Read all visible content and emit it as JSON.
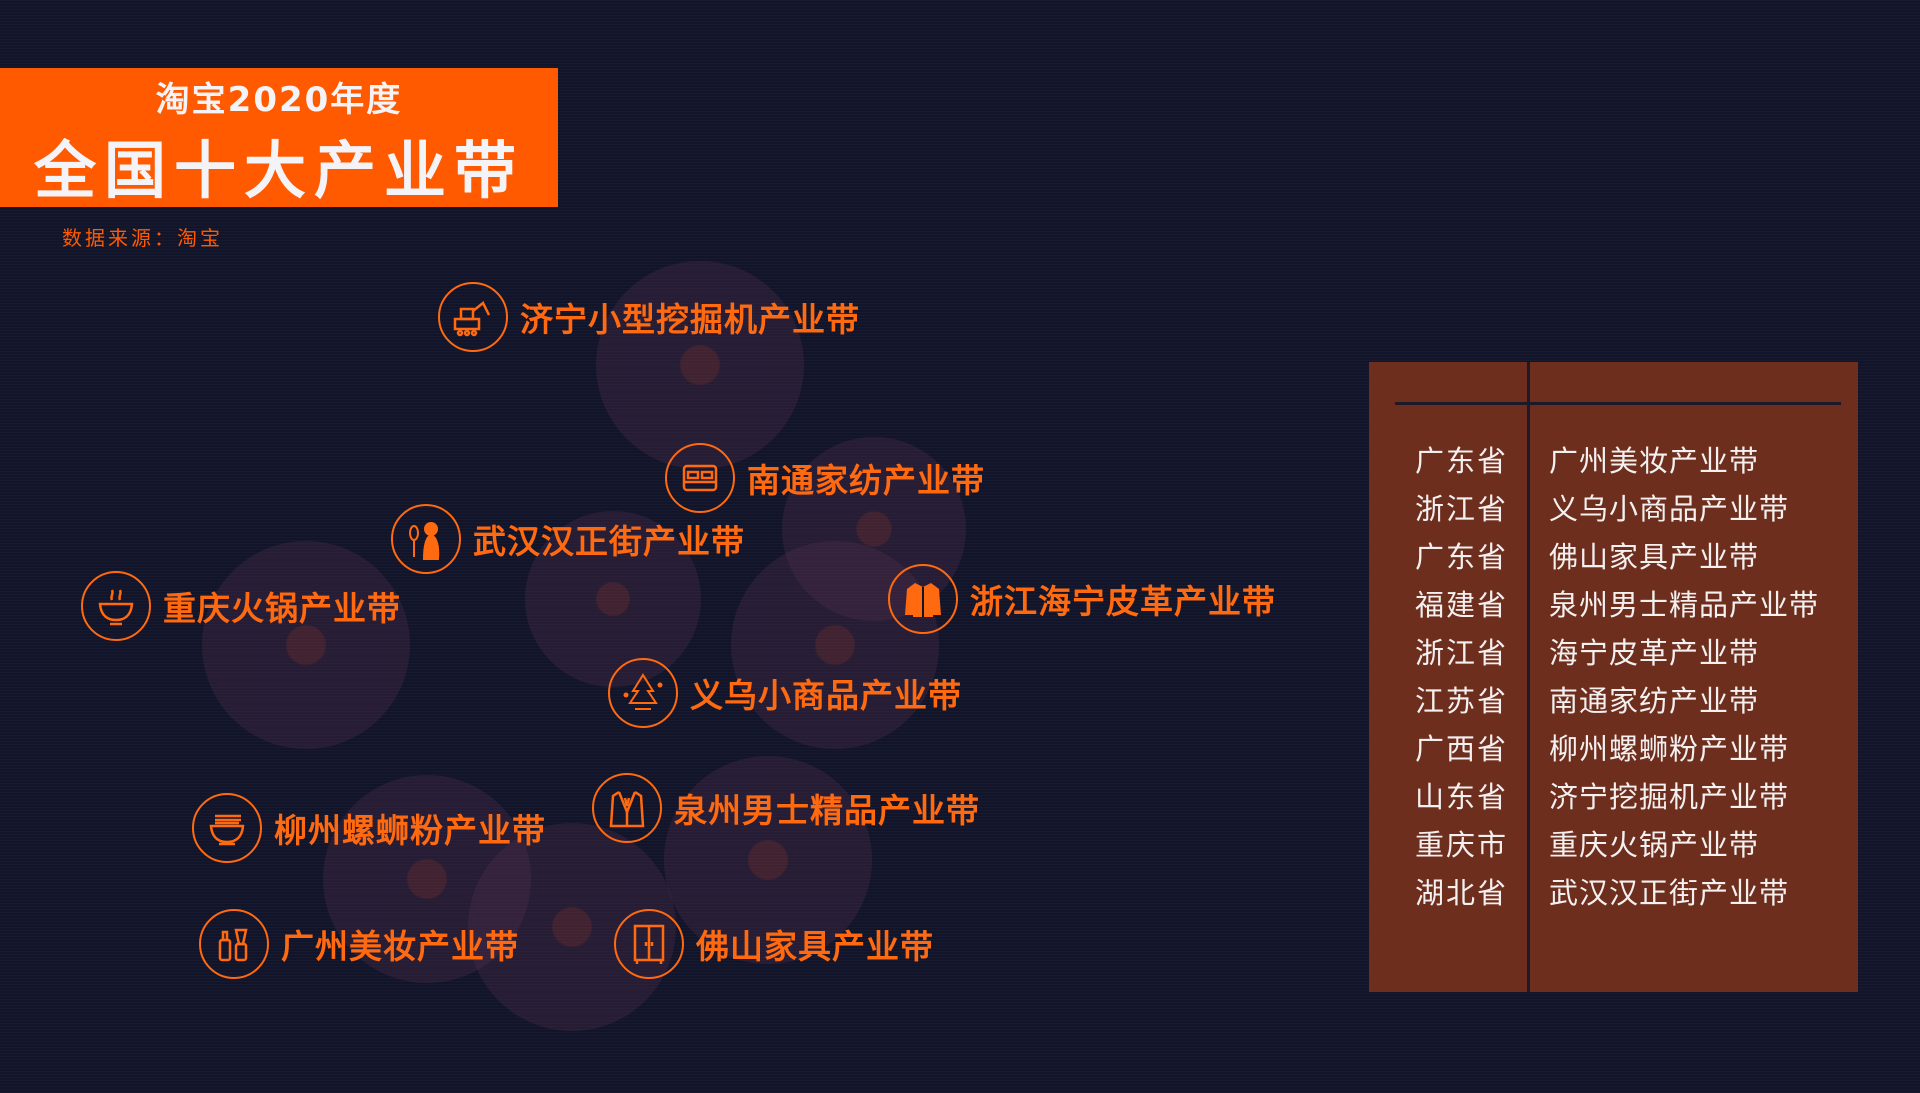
{
  "header": {
    "subtitle": "淘宝2020年度",
    "title": "全国十大产业带",
    "source": "数据来源：淘宝"
  },
  "colors": {
    "accent": "#ff5a00",
    "label": "#ff6a10",
    "table_bg": "#6e2e1e",
    "background": "#12142a"
  },
  "belts": [
    {
      "label": "济宁小型挖掘机产业带",
      "icon": "excavator-icon"
    },
    {
      "label": "南通家纺产业带",
      "icon": "bed-icon"
    },
    {
      "label": "武汉汉正街产业带",
      "icon": "woman-mirror-icon"
    },
    {
      "label": "重庆火锅产业带",
      "icon": "hotpot-icon"
    },
    {
      "label": "浙江海宁皮革产业带",
      "icon": "leather-jacket-icon"
    },
    {
      "label": "义乌小商品产业带",
      "icon": "christmas-tree-icon"
    },
    {
      "label": "柳州螺蛳粉产业带",
      "icon": "noodle-bowl-icon"
    },
    {
      "label": "泉州男士精品产业带",
      "icon": "suit-icon"
    },
    {
      "label": "广州美妆产业带",
      "icon": "cosmetics-icon"
    },
    {
      "label": "佛山家具产业带",
      "icon": "wardrobe-icon"
    }
  ],
  "table": {
    "rows": [
      {
        "province": "广东省",
        "belt": "广州美妆产业带"
      },
      {
        "province": "浙江省",
        "belt": "义乌小商品产业带"
      },
      {
        "province": "广东省",
        "belt": "佛山家具产业带"
      },
      {
        "province": "福建省",
        "belt": "泉州男士精品产业带"
      },
      {
        "province": "浙江省",
        "belt": "海宁皮革产业带"
      },
      {
        "province": "江苏省",
        "belt": "南通家纺产业带"
      },
      {
        "province": "广西省",
        "belt": "柳州螺蛳粉产业带"
      },
      {
        "province": "山东省",
        "belt": "济宁挖掘机产业带"
      },
      {
        "province": "重庆市",
        "belt": "重庆火锅产业带"
      },
      {
        "province": "湖北省",
        "belt": "武汉汉正街产业带"
      }
    ]
  }
}
